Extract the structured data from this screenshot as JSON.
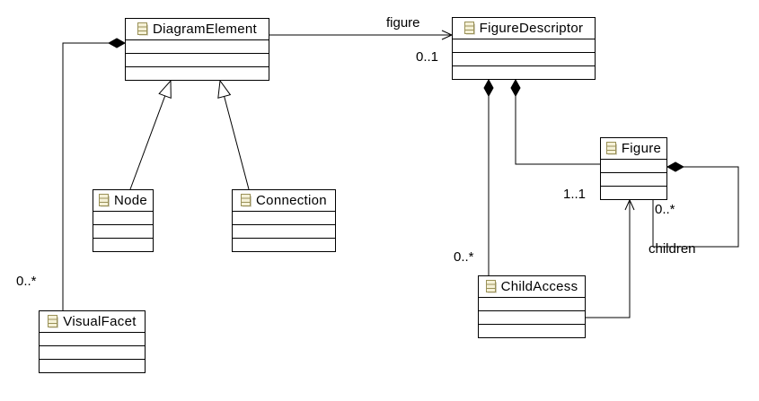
{
  "diagram": {
    "kind": "uml-class-diagram",
    "background_color": "#ffffff",
    "line_color": "#000000",
    "box_fill": "#ffffff",
    "box_border": "#000000",
    "class_icon": {
      "fill": "#f5f1d7",
      "stroke": "#9a9158",
      "shadow": "#c9c6b2"
    }
  },
  "classes": [
    {
      "name": "DiagramElement",
      "compartments": 3
    },
    {
      "name": "FigureDescriptor",
      "compartments": 3
    },
    {
      "name": "Node",
      "compartments": 3
    },
    {
      "name": "Connection",
      "compartments": 3
    },
    {
      "name": "VisualFacet",
      "compartments": 3
    },
    {
      "name": "Figure",
      "compartments": 3
    },
    {
      "name": "ChildAccess",
      "compartments": 3
    }
  ],
  "labels": {
    "figure_role": "figure",
    "figure_mult": "0..1",
    "visualfacet_mult": "0..*",
    "childaccess_mult": "0..*",
    "figure_target_mult": "1..1",
    "children_mult": "0..*",
    "children_role": "children"
  },
  "relationships": [
    {
      "type": "association",
      "from": "DiagramElement",
      "to": "FigureDescriptor",
      "role": "figure",
      "target_multiplicity": "0..1"
    },
    {
      "type": "generalization",
      "from": "Node",
      "to": "DiagramElement"
    },
    {
      "type": "generalization",
      "from": "Connection",
      "to": "DiagramElement"
    },
    {
      "type": "composition",
      "from": "DiagramElement",
      "to": "VisualFacet",
      "target_multiplicity": "0..*"
    },
    {
      "type": "composition",
      "from": "FigureDescriptor",
      "to": "ChildAccess",
      "target_multiplicity": "0..*"
    },
    {
      "type": "composition",
      "from": "FigureDescriptor",
      "to": "Figure",
      "target_multiplicity": "1..1"
    },
    {
      "type": "composition",
      "from": "Figure",
      "to": "Figure",
      "role": "children",
      "target_multiplicity": "0..*"
    },
    {
      "type": "association",
      "from": "ChildAccess",
      "to": "Figure"
    }
  ]
}
